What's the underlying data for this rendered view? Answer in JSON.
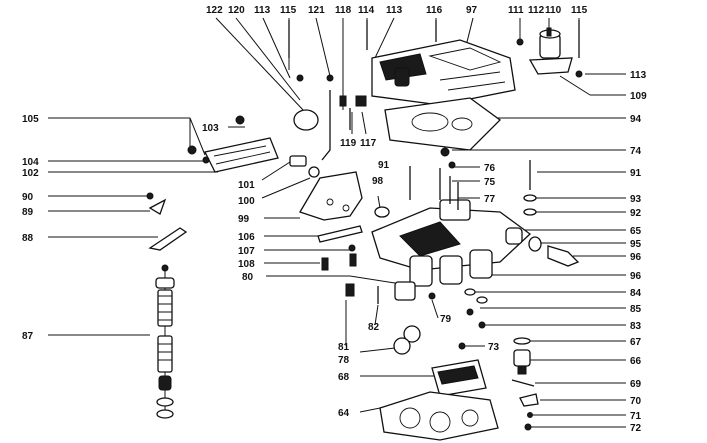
{
  "figure": "exploded-carburetor-parts-diagram",
  "labels": {
    "l122": "122",
    "l120": "120",
    "l113a": "113",
    "l115a": "115",
    "l121": "121",
    "l118": "118",
    "l114": "114",
    "l113b": "113",
    "l116": "116",
    "l97": "97",
    "l111": "111",
    "l112": "112",
    "l110": "110",
    "l115b": "115",
    "l113c": "113",
    "l109": "109",
    "l94": "94",
    "l74": "74",
    "l76": "76",
    "l91r": "91",
    "l75": "75",
    "l77": "77",
    "l93": "93",
    "l92": "92",
    "l65": "65",
    "l95": "95",
    "l96a": "96",
    "l96b": "96",
    "l84": "84",
    "l85": "85",
    "l83": "83",
    "l67": "67",
    "l66": "66",
    "l69": "69",
    "l70": "70",
    "l71": "71",
    "l72": "72",
    "l73": "73",
    "l105": "105",
    "l103": "103",
    "l104": "104",
    "l102": "102",
    "l101": "101",
    "l100": "100",
    "l90": "90",
    "l89": "89",
    "l88": "88",
    "l99": "99",
    "l106": "106",
    "l107": "107",
    "l108": "108",
    "l80": "80",
    "l87": "87",
    "l81": "81",
    "l82": "82",
    "l79": "79",
    "l78": "78",
    "l68": "68",
    "l64": "64",
    "l119": "119",
    "l117": "117",
    "l91c": "91",
    "l98": "98"
  }
}
